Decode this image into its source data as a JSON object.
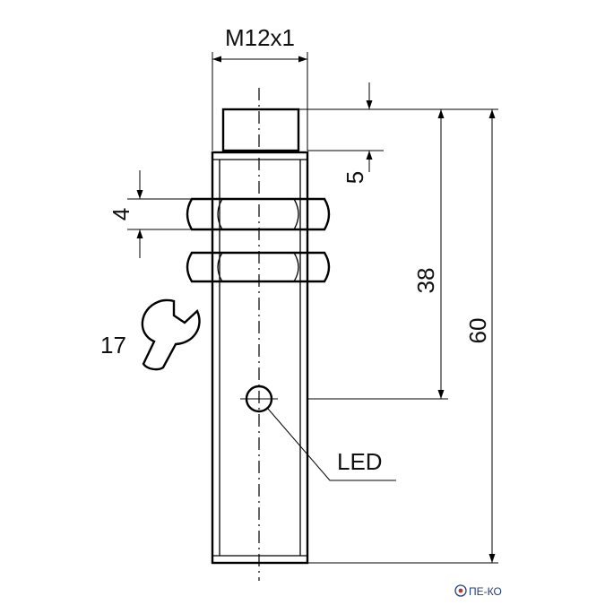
{
  "drawing": {
    "labels": {
      "thread": "M12x1",
      "dim_top_cap": "5",
      "dim_nut": "4",
      "dim_led_distance": "38",
      "dim_total_length": "60",
      "wrench_size": "17",
      "led": "LED"
    },
    "watermark": "ПЕ-КО",
    "colors": {
      "line": "#000000",
      "background": "#ffffff",
      "watermark": "#1f3f7a"
    }
  }
}
